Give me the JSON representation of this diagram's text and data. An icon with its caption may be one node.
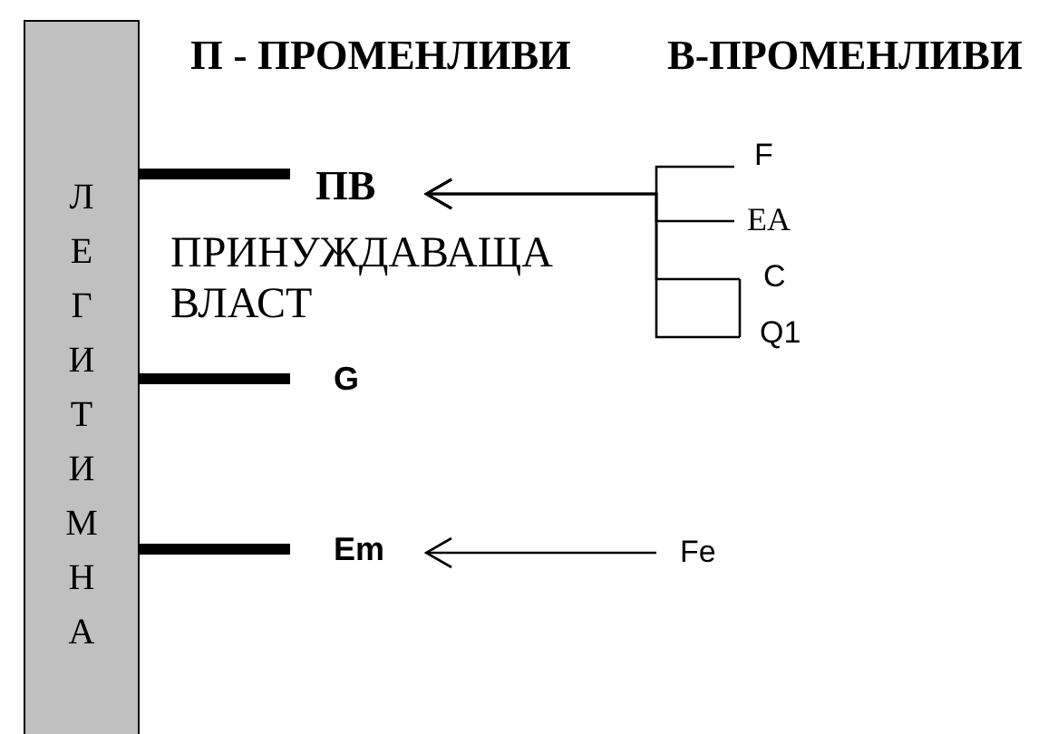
{
  "diagram": {
    "nodes": [
      {
        "text": [
          "ЛЕГИТИМНА"
        ]
      },
      {
        "text": [
          "ПВ"
        ],
        "beside": [
          "ПРИНУЖДАВАЩА ВЛАСТ"
        ]
      },
      {
        "text": [
          "G"
        ]
      },
      {
        "text": [
          "Em"
        ]
      },
      {
        "text": [
          "F"
        ]
      },
      {
        "text": [
          "EA"
        ]
      },
      {
        "text": [
          "C"
        ]
      },
      {
        "text": [
          "Q1"
        ]
      },
      {
        "text": [
          "Fe"
        ]
      }
    ],
    "edges": [
      {
        "from": 0,
        "to": 1,
        "arrow": "none",
        "style": "thick"
      },
      {
        "from": 0,
        "to": 2,
        "arrow": "none",
        "style": "thick"
      },
      {
        "from": 0,
        "to": 3,
        "arrow": "none",
        "style": "thick"
      },
      {
        "from": 4,
        "to": 1,
        "arrow": "to"
      },
      {
        "from": 5,
        "to": 1,
        "arrow": "to"
      },
      {
        "from": 6,
        "to": 1,
        "arrow": "to"
      },
      {
        "from": 7,
        "to": 1,
        "arrow": "to"
      },
      {
        "from": 8,
        "to": 3,
        "arrow": "to"
      },
      {
        "from": 6,
        "to": 7,
        "arrow": "none"
      }
    ],
    "labels": [
      "П - ПРОМЕНЛИВИ",
      "В-ПРОМЕНЛИВИ"
    ]
  }
}
